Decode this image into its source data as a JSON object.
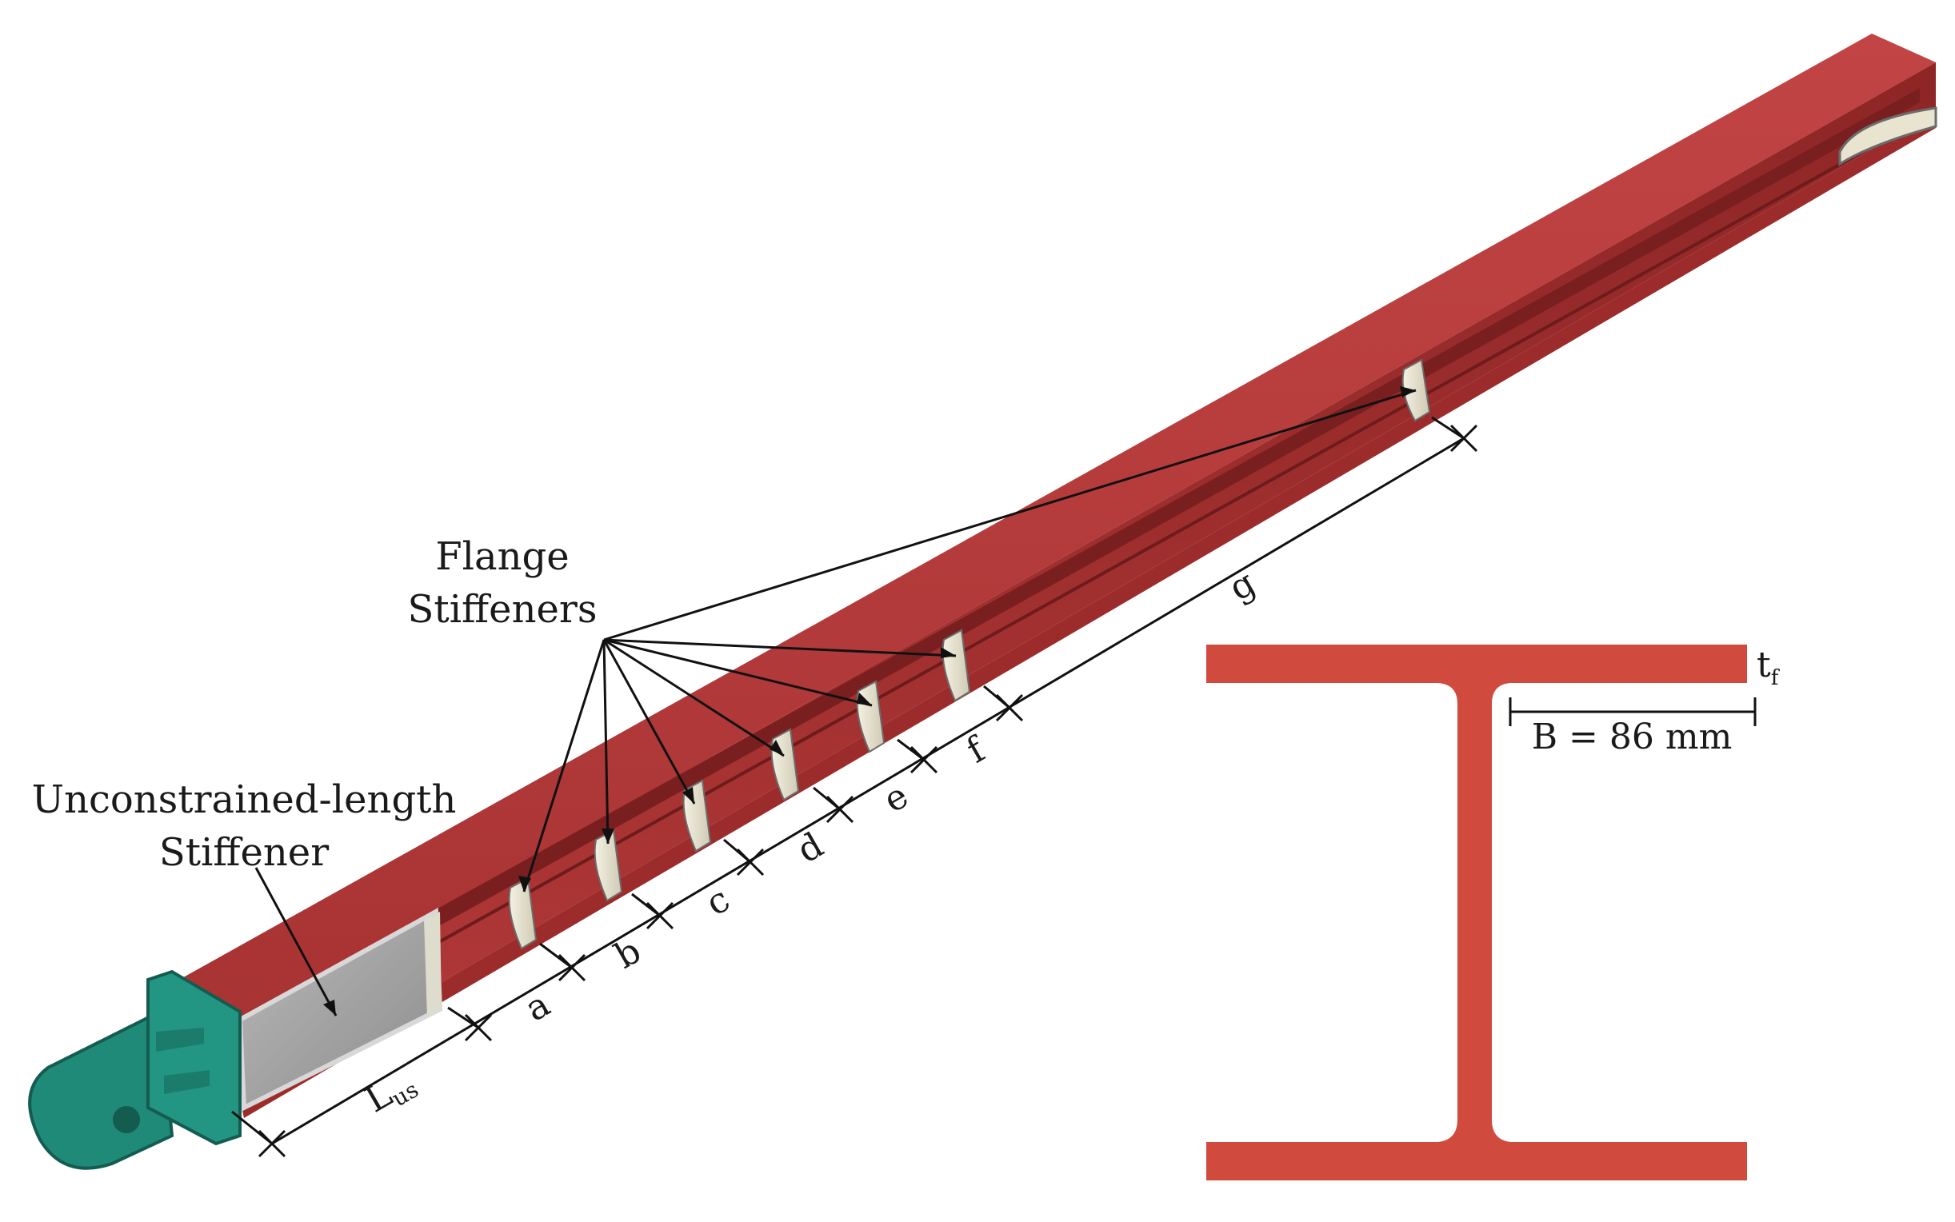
{
  "labels": {
    "flange_stiffeners_line1": "Flange",
    "flange_stiffeners_line2": "Stiffeners",
    "unconstrained_line1": "Unconstrained-length",
    "unconstrained_line2": "Stiffener"
  },
  "dimensions": {
    "lus_main": "L",
    "lus_sub": "us",
    "segments": [
      "a",
      "b",
      "c",
      "d",
      "e",
      "f",
      "g"
    ]
  },
  "section": {
    "width_label": "B = 86 mm",
    "thickness_main": "t",
    "thickness_sub": "f"
  },
  "colors": {
    "beam_red": "#b73a3a",
    "beam_dark": "#8a2323",
    "section_red": "#d04a3e",
    "end_plate_teal": "#1f8a78",
    "stiffener_cream": "#ece8d6"
  }
}
